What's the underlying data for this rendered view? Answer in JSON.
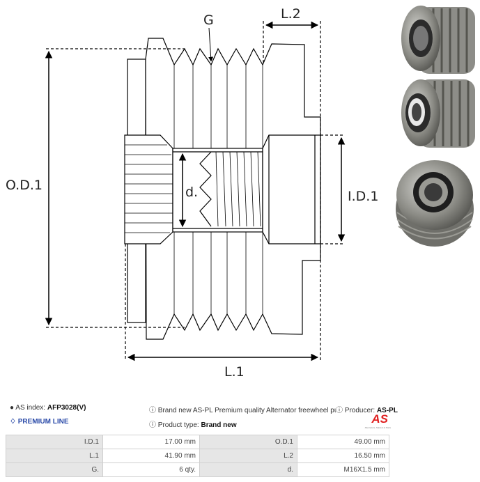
{
  "diagram": {
    "labels": {
      "groove": "G",
      "l2": "L.2",
      "od1": "O.D.1",
      "id1": "I.D.1",
      "d": "d.",
      "l1": "L.1"
    }
  },
  "info": {
    "as_index_label": "AS index:",
    "as_index_value": "AFP3028(V)",
    "premium_line": "PREMIUM LINE",
    "description": "Brand new AS-PL Premium quality Alternator freewheel pulley",
    "producer_label": "Producer:",
    "producer_value": "AS-PL",
    "product_type_label": "Product type:",
    "product_type_value": "Brand new",
    "logo_text": "AS",
    "logo_tagline": "Alternators, Starters & Parts"
  },
  "specs": {
    "rows": [
      [
        {
          "k": "I.D.1",
          "v": "17.00 mm"
        },
        {
          "k": "O.D.1",
          "v": "49.00 mm"
        }
      ],
      [
        {
          "k": "L.1",
          "v": "41.90 mm"
        },
        {
          "k": "L.2",
          "v": "16.50 mm"
        }
      ],
      [
        {
          "k": "G.",
          "v": "6 qty."
        },
        {
          "k": "d.",
          "v": "M16X1.5 mm"
        }
      ]
    ]
  },
  "colors": {
    "premium": "#2a4aa8",
    "logo_red": "#e02020"
  }
}
